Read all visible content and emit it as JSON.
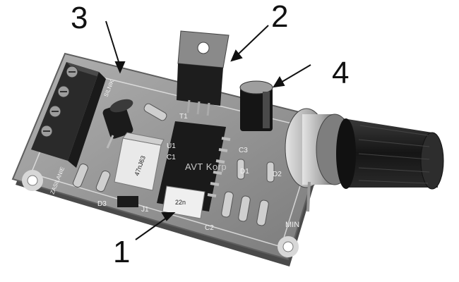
{
  "callouts": {
    "one": "1",
    "two": "2",
    "three": "3",
    "four": "4"
  },
  "watermark": "AVT Korp",
  "board_labels": {
    "t1": "T1",
    "d1": "D1",
    "d2": "D2",
    "d3": "D3",
    "c1": "C1",
    "c2": "C2",
    "c3": "C3",
    "j1": "J1",
    "min": "MIN",
    "u1": "U1",
    "cap_blue": "47nJ63",
    "cap_small": "22n",
    "input_label": "ZASILANIE",
    "motor_label": "SILNIK"
  },
  "colors": {
    "board": "#9a9a9a",
    "board_edge": "#5e5e5e",
    "component_dark": "#1e1e1e",
    "silkscreen": "#f2f2f2",
    "callout_text": "#111111"
  }
}
